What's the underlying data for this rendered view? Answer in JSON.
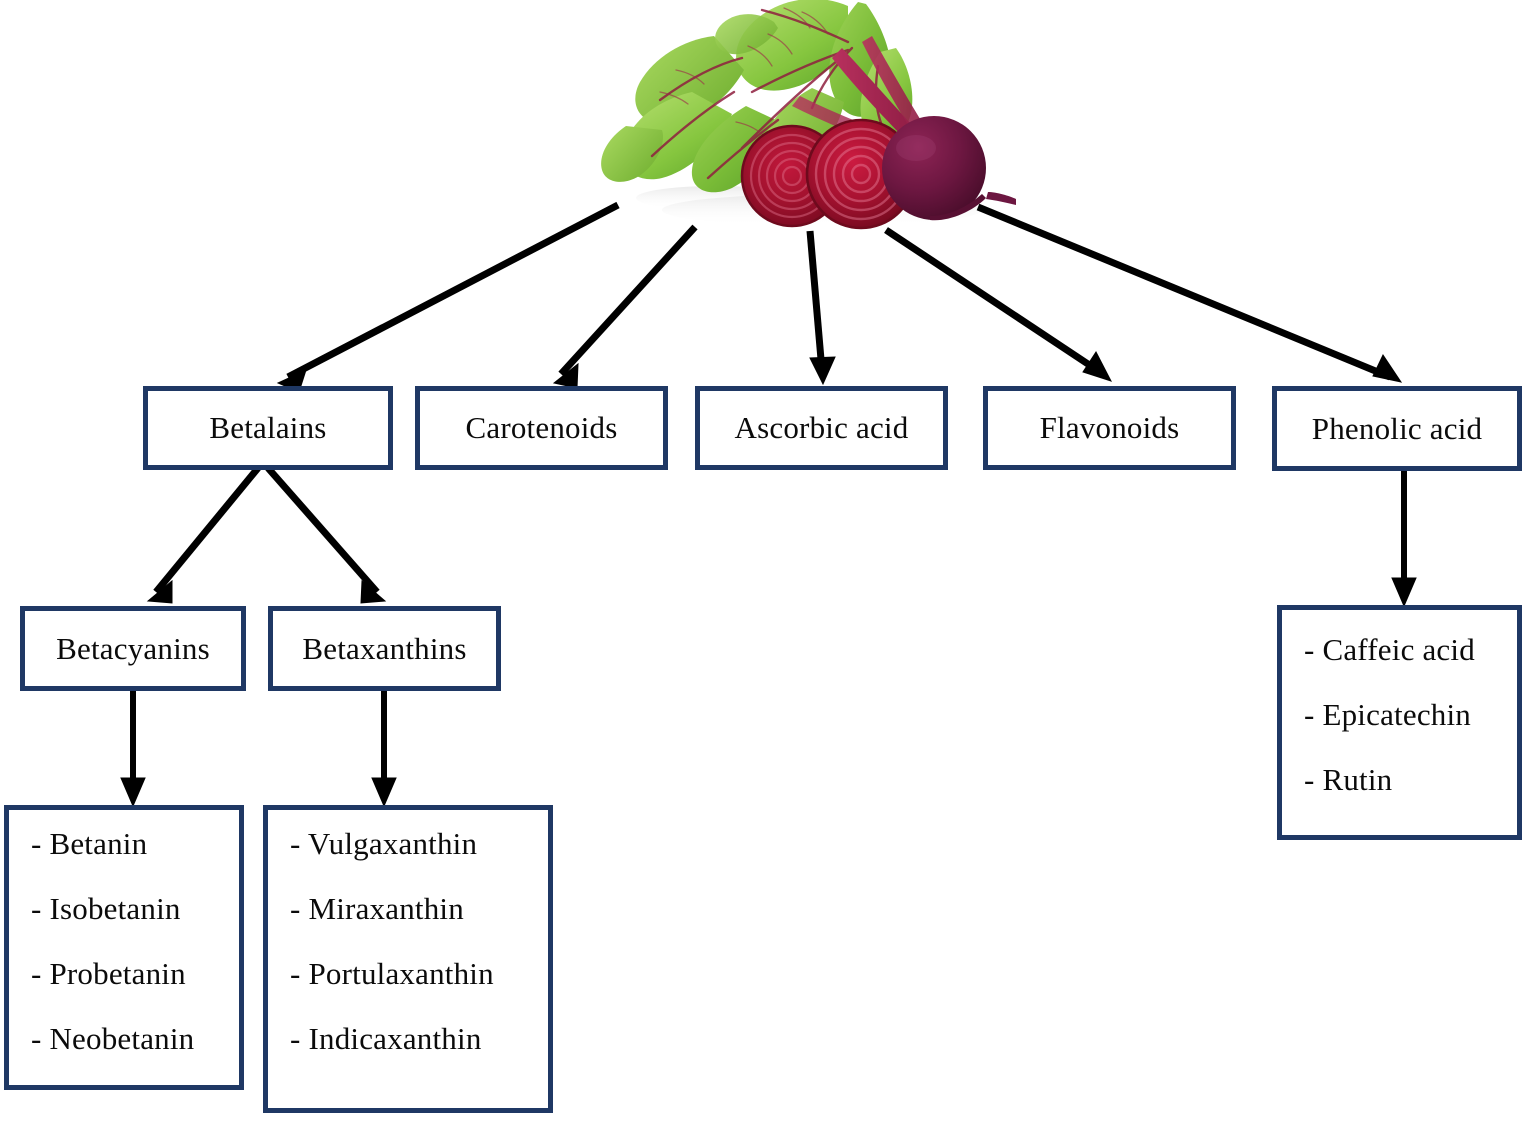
{
  "figure": {
    "type": "hierarchy-flowchart",
    "source_image_label": "beetroot",
    "colors": {
      "box_border": "#1f3864",
      "box_fill": "#ffffff",
      "arrow": "#000000",
      "text": "#0b0b0b",
      "background": "#ffffff"
    }
  },
  "root": {
    "label": "beetroot-photo"
  },
  "level1": [
    {
      "id": "betalains",
      "label": "Betalains"
    },
    {
      "id": "carotenoids",
      "label": "Carotenoids"
    },
    {
      "id": "ascorbic_acid",
      "label": "Ascorbic acid"
    },
    {
      "id": "flavonoids",
      "label": "Flavonoids"
    },
    {
      "id": "phenolic_acid",
      "label": "Phenolic acid"
    }
  ],
  "level2": [
    {
      "id": "betacyanins",
      "label": "Betacyanins",
      "parent": "betalains"
    },
    {
      "id": "betaxanthins",
      "label": "Betaxanthins",
      "parent": "betalains"
    }
  ],
  "level3": {
    "betacyanins_items": [
      "- Betanin",
      "- Isobetanin",
      "- Probetanin",
      "- Neobetanin"
    ],
    "betaxanthins_items": [
      "- Vulgaxanthin",
      "- Miraxanthin",
      "- Portulaxanthin",
      "- Indicaxanthin"
    ],
    "phenolic_acid_items": [
      "- Caffeic acid",
      "- Epicatechin",
      "- Rutin"
    ]
  }
}
